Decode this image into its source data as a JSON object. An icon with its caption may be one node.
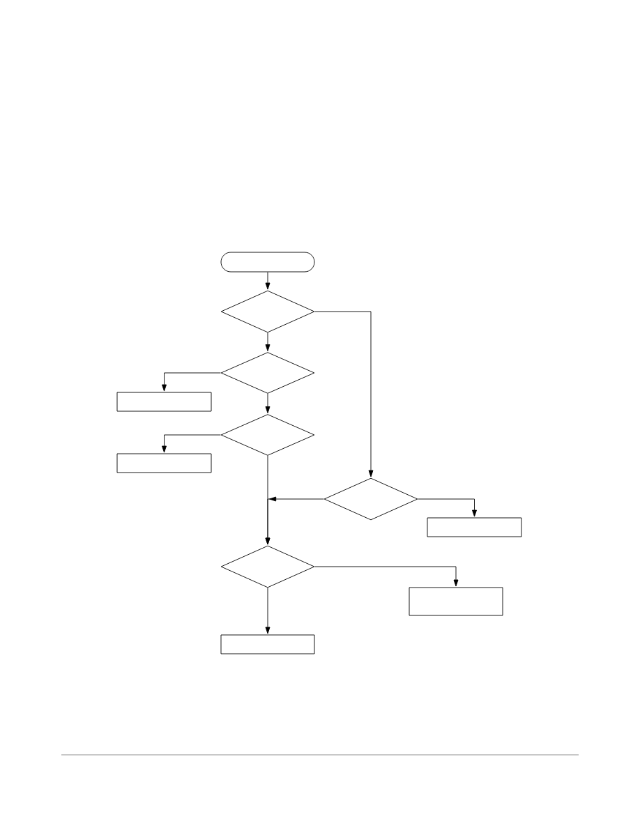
{
  "diagram": {
    "nodes": [
      {
        "text": [],
        "shape": "capsule"
      },
      {
        "text": [],
        "shape": "diamond"
      },
      {
        "text": [],
        "shape": "diamond"
      },
      {
        "text": [],
        "shape": "box"
      },
      {
        "text": [],
        "shape": "diamond"
      },
      {
        "text": [],
        "shape": "box"
      },
      {
        "text": [],
        "shape": "diamond"
      },
      {
        "text": [],
        "shape": "box"
      },
      {
        "text": [],
        "shape": "diamond"
      },
      {
        "text": [],
        "shape": "box"
      },
      {
        "text": [],
        "shape": "box"
      }
    ],
    "edges": [
      {
        "from": 0,
        "to": 1,
        "arrow": "to"
      },
      {
        "from": 1,
        "to": 2,
        "arrow": "to"
      },
      {
        "from": 2,
        "to": 3,
        "arrow": "to"
      },
      {
        "from": 2,
        "to": 4,
        "arrow": "to"
      },
      {
        "from": 4,
        "to": 5,
        "arrow": "to"
      },
      {
        "from": 1,
        "to": 6,
        "arrow": "to"
      },
      {
        "from": 4,
        "to": 8,
        "arrow": "to"
      },
      {
        "from": 6,
        "to": 8,
        "arrow": "to"
      },
      {
        "from": 6,
        "to": 7,
        "arrow": "to"
      },
      {
        "from": 8,
        "to": 9,
        "arrow": "to"
      },
      {
        "from": 8,
        "to": 10,
        "arrow": "to"
      }
    ]
  }
}
